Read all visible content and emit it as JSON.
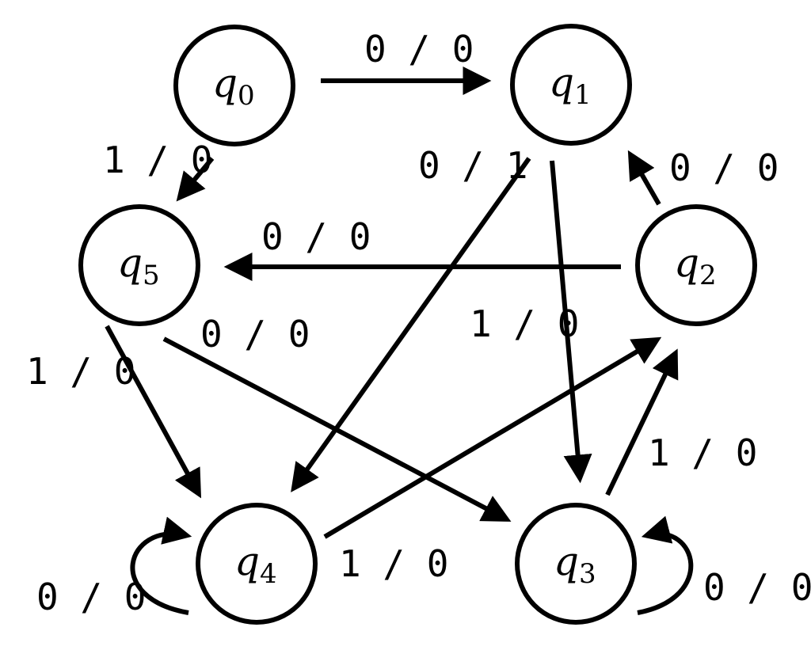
{
  "diagram": {
    "states": [
      {
        "id": "q0",
        "base": "q",
        "sub": "0"
      },
      {
        "id": "q1",
        "base": "q",
        "sub": "1"
      },
      {
        "id": "q2",
        "base": "q",
        "sub": "2"
      },
      {
        "id": "q3",
        "base": "q",
        "sub": "3"
      },
      {
        "id": "q4",
        "base": "q",
        "sub": "4"
      },
      {
        "id": "q5",
        "base": "q",
        "sub": "5"
      }
    ],
    "transitions": [
      {
        "from": "q0",
        "to": "q1",
        "label": "0 / 0"
      },
      {
        "from": "q0",
        "to": "q5",
        "label": "1 / 0"
      },
      {
        "from": "q1",
        "to": "q4",
        "label": "0 / 1"
      },
      {
        "from": "q1",
        "to": "q3",
        "label": "1 / 0"
      },
      {
        "from": "q2",
        "to": "q1",
        "label": "0 / 0"
      },
      {
        "from": "q2",
        "to": "q5",
        "label": "0 / 0"
      },
      {
        "from": "q5",
        "to": "q4",
        "label": "1 / 0"
      },
      {
        "from": "q5",
        "to": "q3",
        "label": "0 / 0"
      },
      {
        "from": "q4",
        "to": "q2",
        "label": "1 / 0"
      },
      {
        "from": "q3",
        "to": "q2",
        "label": "1 / 0"
      },
      {
        "from": "q4",
        "to": "q4",
        "label": "0 / 0"
      },
      {
        "from": "q3",
        "to": "q3",
        "label": "0 / 0"
      }
    ]
  }
}
